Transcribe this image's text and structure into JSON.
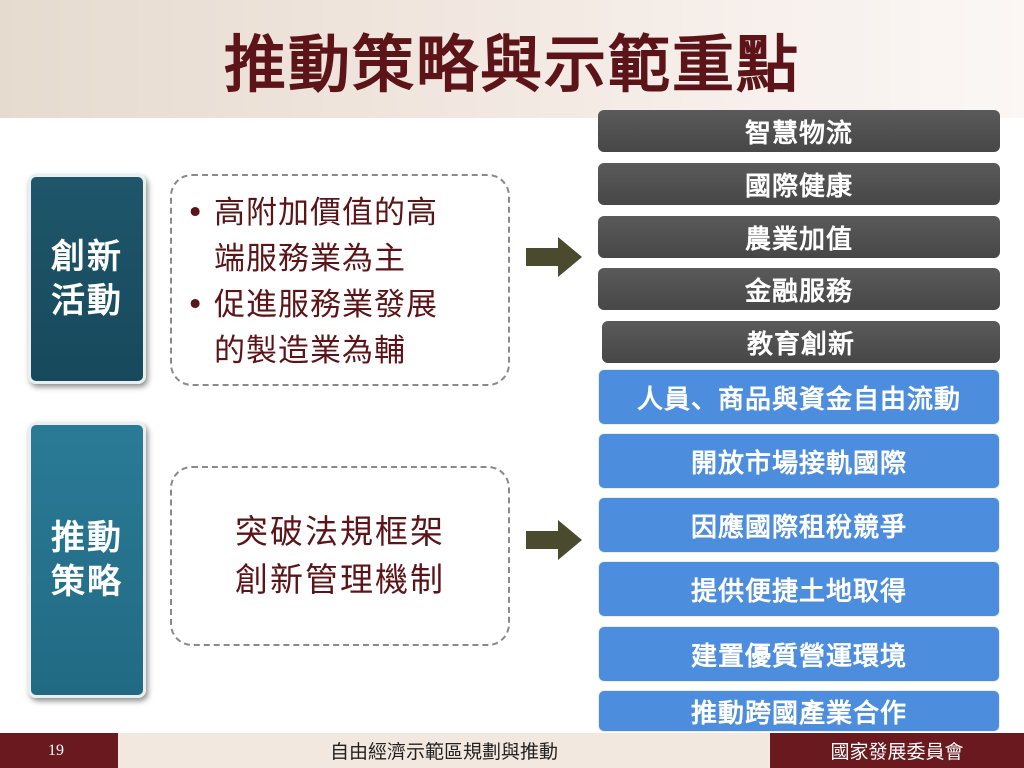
{
  "title": "推動策略與示範重點",
  "labels": {
    "innovation": "創新活動",
    "strategy": "推動策略"
  },
  "innovation_box": {
    "bullets": [
      {
        "line1": "高附加價值的高",
        "line2": "端服務業為主"
      },
      {
        "line1": "促進服務業發展",
        "line2": "的製造業為輔"
      }
    ],
    "bullet_symbol": "•"
  },
  "strategy_box": {
    "lines": [
      "突破法規框架",
      "創新管理機制"
    ]
  },
  "demo_focus": [
    "智慧物流",
    "國際健康",
    "農業加值",
    "金融服務",
    "教育創新"
  ],
  "strategies": [
    "人員、商品與資金自由流動",
    "開放市場接軌國際",
    "因應國際租稅競爭",
    "提供便捷土地取得",
    "建置優質營運環境",
    "推動跨國產業合作"
  ],
  "footer": {
    "page_number": "19",
    "center_text": "自由經濟示範區規劃與推動",
    "organization": "國家發展委員會"
  },
  "colors": {
    "title": "#5c1418",
    "dark_item": "#4f4f4f",
    "blue_item": "#4d8ddd",
    "arrow": "#4a4a2e",
    "label_dark": "#1f566b",
    "label_teal": "#2a7a96",
    "footer_accent": "#6a1a1e"
  }
}
